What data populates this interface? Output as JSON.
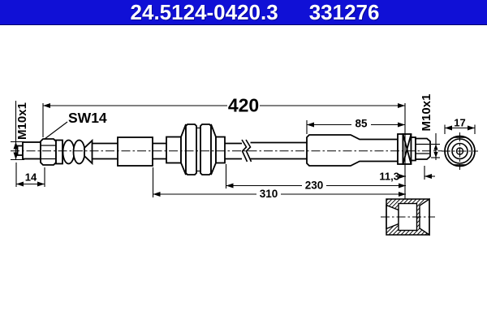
{
  "header": {
    "part_number": "24.5124-0420.3",
    "catalog_number": "331276",
    "colors": {
      "background": "#1010d6",
      "text": "#ffffff"
    }
  },
  "drawing": {
    "type": "brake-hose-technical-drawing",
    "background": "#ffffff",
    "line_color": "#000000",
    "labels": {
      "left_thread": "M10x1",
      "right_thread": "M10x1",
      "wrench_size": "SW14"
    },
    "dimensions": {
      "overall_length": "420",
      "left_thread_length": "14",
      "right_sleeve_length": "85",
      "right_seat_depth": "11,3",
      "hose_length_to_grommet": "230",
      "hose_length_total": "310",
      "end_fitting_diameter": "17"
    }
  }
}
